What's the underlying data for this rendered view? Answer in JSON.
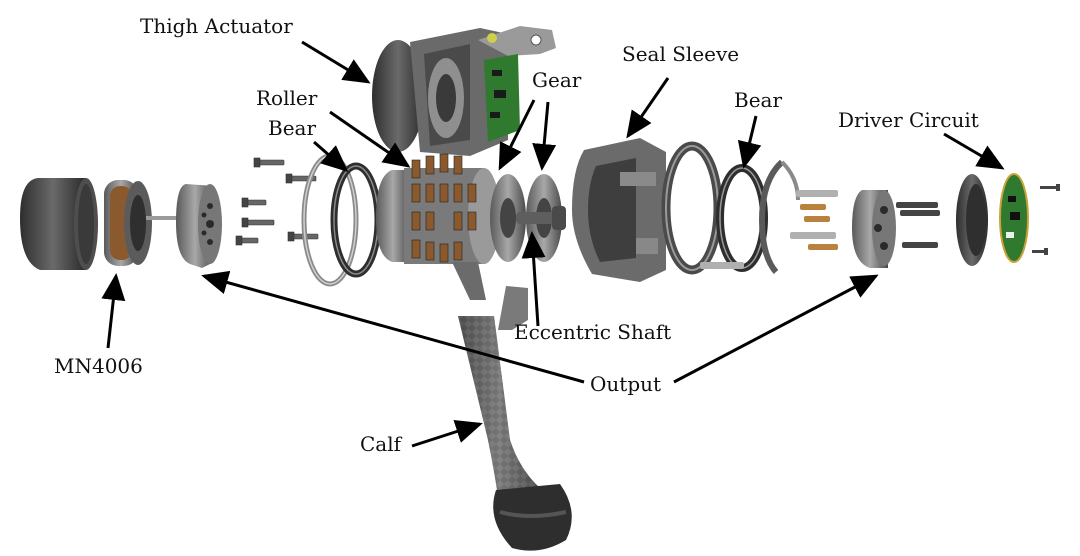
{
  "labels": {
    "thigh_actuator": "Thigh Actuator",
    "roller_bear_line1": "Roller",
    "roller_bear_line2": "Bear",
    "gear": "Gear",
    "seal_sleeve": "Seal Sleeve",
    "bear": "Bear",
    "driver_circuit": "Driver Circuit",
    "mn4006": "MN4006",
    "eccentric_shaft": "Eccentric Shaft",
    "output": "Output",
    "calf": "Calf"
  },
  "colors": {
    "metal_dark": "#3a3a3a",
    "metal_mid": "#6e6e6e",
    "metal_light": "#a9a9a9",
    "bronze": "#8a5a2e",
    "pcb_green": "#2f7a2f",
    "arrow": "#000000"
  }
}
